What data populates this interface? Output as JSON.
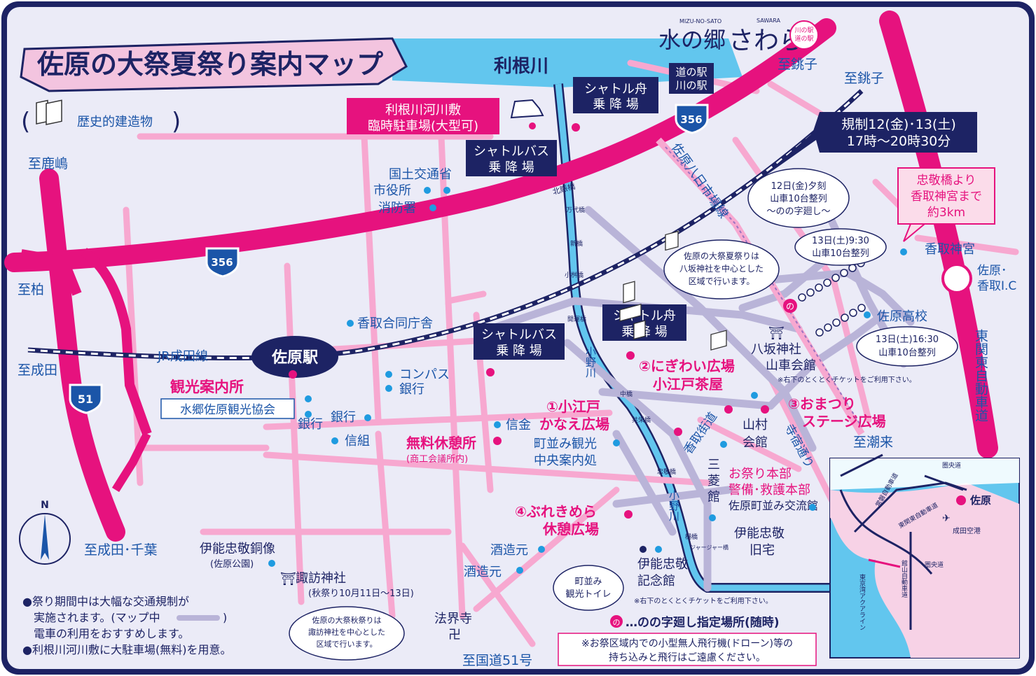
{
  "header": {
    "title": "佐原の大祭夏祭り案内マップ",
    "brand_small": "MIZU-NO-SATO",
    "brand_main": "水の郷",
    "brand_script": "さわら",
    "brand_sub": "SAWARA",
    "badge": [
      "川の駅",
      "道の駅"
    ]
  },
  "legend": {
    "historic": "歴史的建造物"
  },
  "directions": {
    "kashima": "至鹿嶋",
    "kashiwa": "至柏",
    "narita": "至成田",
    "narita_chiba": "至成田･千葉",
    "choshi1": "至銚子",
    "choshi2": "至銚子",
    "itako": "至潮来",
    "route51": "至国道51号"
  },
  "roads": {
    "r356": "356",
    "r51": "51",
    "tone": "利根川",
    "jr": "JR成田線",
    "kashima_line": "佐原八日市場線",
    "higashi_kanto": "東関東自動車道",
    "katori_kaido": "香取街道",
    "terajuku": "寺宿通り",
    "onogawa": "小野川",
    "onogawa2": "小野川"
  },
  "bridges": {
    "hokushin": "北賑橋",
    "mandai": "万代橋",
    "shin": "新橋",
    "kokemasu": "小桝橋",
    "kaiun": "開運橋",
    "naka": "中橋",
    "kyoei": "共栄橋",
    "chuo": "忠敬橋",
    "hi": "樋橋",
    "jajabashi": "ジャージャー橋"
  },
  "parking": [
    "利根川河川敷",
    "臨時駐車場(大型可)"
  ],
  "michi_no_eki": [
    "道の駅",
    "川の駅"
  ],
  "shuttle_boat_1": [
    "シャトル舟",
    "乗 降 場"
  ],
  "shuttle_bus_1": [
    "シャトルバス",
    "乗 降 場"
  ],
  "shuttle_bus_2": [
    "シャトルバス",
    "乗 降 場"
  ],
  "shuttle_boat_2": [
    "シャトル舟",
    "乗 降 場"
  ],
  "regulation": [
    "規制12(金)･13(土)",
    "17時〜20時30分"
  ],
  "chukei_box": [
    "忠敬橋より",
    "香取神宮まで",
    "約3km"
  ],
  "places": {
    "kokudo": "国土交通省",
    "shiyakusho": "市役所",
    "shobosho": "消防署",
    "katori_chosha": "香取合同庁舎",
    "sawara_station": "佐原駅",
    "kanko_annai": "観光案内所",
    "kyokai": "水郷佐原観光協会",
    "compass": "コンパス",
    "ginko1": "銀行",
    "ginko2": "銀行",
    "ginko3": "銀行",
    "shinkin": "信金",
    "shinkumi": "信組",
    "muryo": "無料休憩所",
    "muryo_sub": "(商工会議所内)",
    "machinami1": "町並み観光",
    "machinami2": "中央案内処",
    "koedo1": "①小江戸",
    "koedo2": "かなえ広場",
    "nigiwai1": "②にぎわい広場",
    "nigiwai2": "小江戸茶屋",
    "omatsuri1": "③おまつり",
    "omatsuri2": "ステージ広場",
    "bureki1": "④ぶれきめら",
    "bureki2": "休憩広場",
    "honbu1": "お祭り本部",
    "honbu2": "警備･救護本部",
    "honbu3": "佐原町並み交流館",
    "mitsubishi": [
      "三",
      "菱",
      "館"
    ],
    "yamakura1": "山村",
    "yamakura2": "会館",
    "yasaka1": "八坂神社",
    "yasaka2": "山車会館",
    "yasaka_note": "※右下のとくとくチケットをご利用下さい。",
    "ino_kyutaku1": "伊能忠敬",
    "ino_kyutaku2": "旧宅",
    "ino_kinenkan1": "伊能忠敬",
    "ino_kinenkan2": "記念館",
    "ino_kinenkan_note": "※右下のとくとくチケットをご利用下さい。",
    "ino_dozo1": "伊能忠敬銅像",
    "ino_dozo2": "(佐原公園)",
    "suwa1": "諏訪神社",
    "suwa2": "(秋祭り10月11日〜13日)",
    "shuzo1": "酒造元",
    "shuzo2": "酒造元",
    "hokkaiji": "法界寺",
    "toilet": [
      "町並み",
      "観光トイレ"
    ],
    "katori_jingu": "香取神宮",
    "sawara_koko": "佐原高校",
    "ic": [
      "佐原･",
      "香取I.C"
    ]
  },
  "bubbles": {
    "b12": [
      "12日(金)夕刻",
      "山車10台整列",
      "〜のの字廻し〜"
    ],
    "b13a": [
      "13日(土)9:30",
      "山車10台整列"
    ],
    "b13b": [
      "13日(土)16:30",
      "山車10台整列"
    ],
    "yasaka_center": [
      "佐原の大祭夏祭りは",
      "八坂神社を中心とした",
      "区域で行います。"
    ],
    "suwa_center": [
      "佐原の大祭秋祭りは",
      "諏訪神社を中心とした",
      "区域で行います。"
    ]
  },
  "notes": {
    "note1a": "●祭り期間中は大幅な交通規制が",
    "note1b": "実施されます。(マップ中",
    "note1c": ")",
    "note1d": "電車の利用をおすすめします。",
    "note2": "●利根川河川敷に大駐車場(無料)を用意。",
    "nonoji": "…のの字廻し指定場所(随時)",
    "drone1": "※お祭区域内での小型無人飛行機(ドローン)等の",
    "drone2": "持ち込みと飛行はご遠慮ください。"
  },
  "compass": "N",
  "inset": {
    "sawara": "佐原",
    "narita_airport": "成田空港",
    "ken_o": "圏央道",
    "ken_o2": "圏央道",
    "joban": "常磐自動車道",
    "higashi_kanto": "東関東自動車道",
    "tateyama": "館山自動車道",
    "aqualine": "東京湾アクアライン"
  },
  "colors": {
    "background": "#ebebf7",
    "main_road": "#e6127e",
    "minor_road": "#f7a8d0",
    "regulated": "#b9b4d8",
    "river": "#62c6ee",
    "navy": "#1d2364",
    "label_blue": "#1b55a8",
    "magenta": "#e6127e"
  }
}
